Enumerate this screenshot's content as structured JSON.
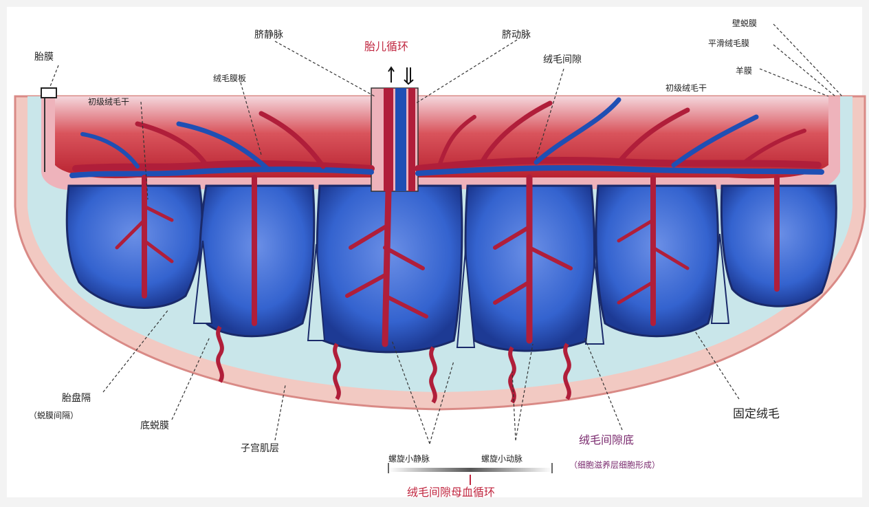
{
  "labels": {
    "fetal_circulation": "胎儿循环",
    "umbilical_vein": "脐静脉",
    "umbilical_artery": "脐动脉",
    "chorionic_plate": "绒毛膜板",
    "intervillous_space": "绒毛间隙",
    "primary_stem_villus": "初级绒毛干",
    "amnion": "羊膜",
    "smooth_chorion": "平滑绒毛膜",
    "decidua_parietalis": "壁蜕膜",
    "fetal_membrane": "胎膜",
    "stem_villus_left": "初级绒毛干",
    "placental_septum": "胎盘隔",
    "placental_septum_sub": "（蜕膜间隔）",
    "decidua_basalis": "底蜕膜",
    "myometrium": "子宫肌层",
    "spiral_venule": "螺旋小静脉",
    "spiral_arteriole": "螺旋小动脉",
    "maternal_circulation": "绒毛间隙母血循环",
    "intervillous_floor": "绒毛间隙底",
    "intervillous_floor_sub": "（细胞滋养层细胞形成）",
    "anchoring_villus": "固定绒毛"
  },
  "colors": {
    "fetal_red": "#b01e3a",
    "fetal_blue": "#1f4fb4",
    "plate_red": "#d2484f",
    "decidua_pink": "#e9a9ae",
    "space_blue": "#3f6fd6",
    "myometrium_light": "#bfe0e6",
    "label_red": "#c0263f",
    "label_purple": "#7a2a6e"
  }
}
